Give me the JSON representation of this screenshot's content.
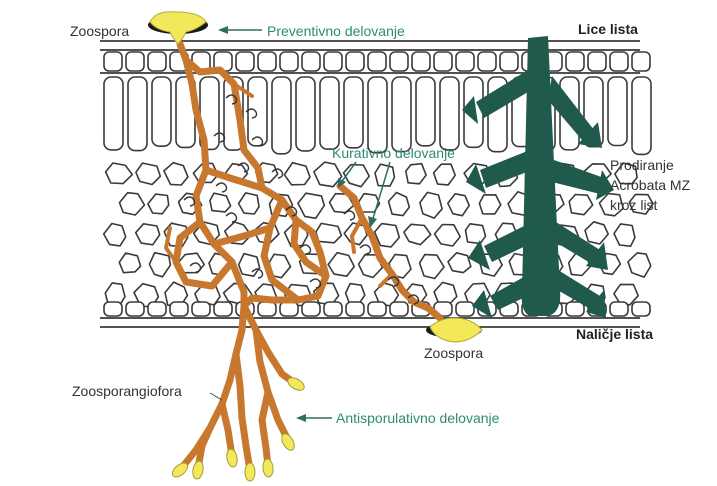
{
  "labels": {
    "zoospora_top": "Zoospora",
    "preventivno": "Preventivno delovanje",
    "lice_lista": "Lice lista",
    "kurativno": "Kurativno delovanje",
    "prodiranje_1": "Prodiranje",
    "prodiranje_2": "Acrobata MZ",
    "prodiranje_3": "kroz list",
    "zoospora_bottom": "Zoospora",
    "nalicje_lista": "Naličje lista",
    "zoosporangiofora": "Zoosporangiofora",
    "antisporulativno": "Antisporulativno delovanje"
  },
  "colors": {
    "hypha": "#c8782e",
    "spore": "#f2e85a",
    "fungicide_arrow": "#1f5a4c",
    "label_green": "#2e8a76"
  }
}
